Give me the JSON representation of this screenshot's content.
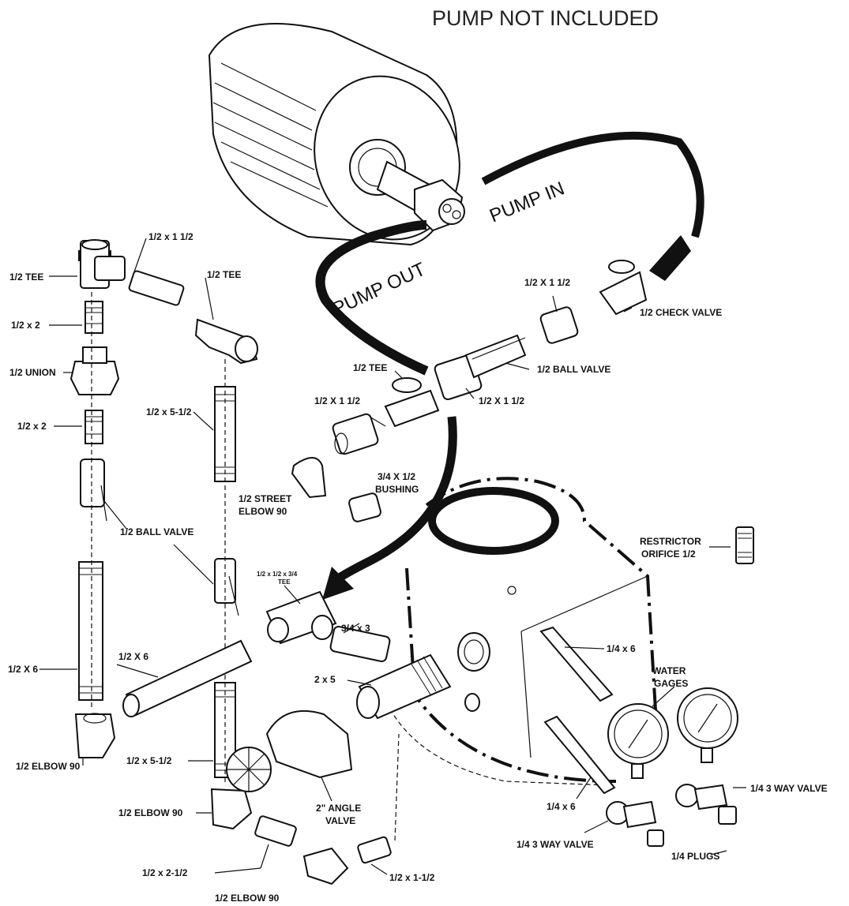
{
  "header": {
    "note": "PUMP NOT INCLUDED"
  },
  "flow": {
    "pump_out": "PUMP OUT",
    "pump_in": "PUMP IN"
  },
  "labels": {
    "tee_top_left": "1/2 TEE",
    "nipple_1x1_5_top": "1/2 x 1 1/2",
    "tee_mid": "1/2 TEE",
    "nipple_1x2_a": "1/2 x 2",
    "union": "1/2 UNION",
    "nipple_1x2_b": "1/2 x 2",
    "nipple_5_5_top": "1/2 x 5-1/2",
    "ball_valve_left": "1/2 BALL VALVE",
    "tee_reducing": "1/2 x 1/2 x 3/4",
    "tee_reducing_2": "TEE",
    "nipple_6_left": "1/2 X 6",
    "nipple_6_mid": "1/2 X 6",
    "elbow_left": "1/2 ELBOW 90",
    "nipple_5_5_bottom": "1/2 x 5-1/2",
    "elbow_bottom_1": "1/2 ELBOW 90",
    "nipple_2_5": "1/2 x 2-1/2",
    "elbow_bottom_2": "1/2 ELBOW 90",
    "nipple_1_5_bottom": "1/2 x 1-1/2",
    "angle_valve_1": "2\" ANGLE",
    "angle_valve_2": "VALVE",
    "nipple_3_4x3": "3/4 x 3",
    "nipple_2x5": "2 x 5",
    "check_nipple": "1/2 X 1 1/2",
    "check_valve": "1/2 CHECK VALVE",
    "ball_valve_right": "1/2 BALL VALVE",
    "tee_center": "1/2 TEE",
    "nipple_center_left": "1/2 X 1 1/2",
    "nipple_center_right": "1/2 X 1 1/2",
    "street_elbow_1": "1/2 STREET",
    "street_elbow_2": "ELBOW 90",
    "bushing_1": "3/4 X 1/2",
    "bushing_2": "BUSHING",
    "restrictor_1": "RESTRICTOR",
    "restrictor_2": "ORIFICE 1/2",
    "nipple_quarter_upper": "1/4 x 6",
    "nipple_quarter_lower": "1/4 x 6",
    "gages_1": "WATER",
    "gages_2": "GAGES",
    "three_way_right": "1/4 3 WAY VALVE",
    "three_way_left": "1/4 3 WAY VALVE",
    "plugs": "1/4 PLUGS"
  }
}
